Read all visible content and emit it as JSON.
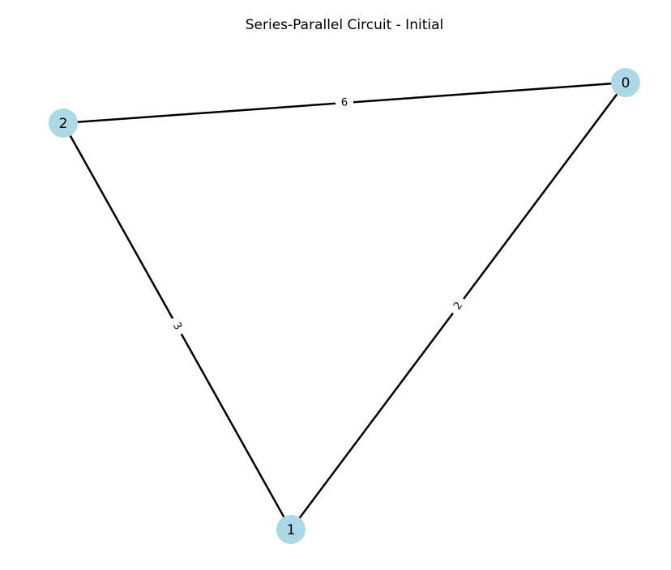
{
  "title": "Series-Parallel Circuit - Initial",
  "graph": {
    "nodes": [
      {
        "id": "0",
        "label": "0"
      },
      {
        "id": "1",
        "label": "1"
      },
      {
        "id": "2",
        "label": "2"
      }
    ],
    "edges": [
      {
        "source": "2",
        "target": "0",
        "label": "6"
      },
      {
        "source": "2",
        "target": "1",
        "label": "3"
      },
      {
        "source": "0",
        "target": "1",
        "label": "2"
      }
    ]
  },
  "colors": {
    "node_fill": "#add8e6",
    "edge_stroke": "#000000",
    "background": "#ffffff"
  }
}
